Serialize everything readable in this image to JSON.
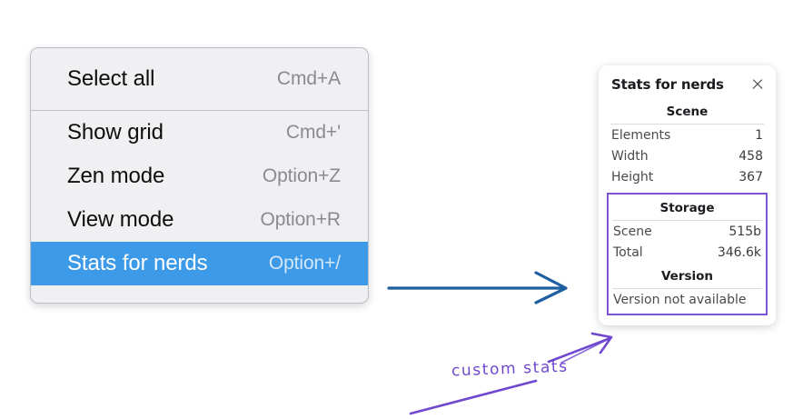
{
  "context_menu": {
    "groups": [
      {
        "items": [
          {
            "label": "Select all",
            "shortcut": "Cmd+A",
            "selected": false
          }
        ]
      },
      {
        "items": [
          {
            "label": "Show grid",
            "shortcut": "Cmd+'",
            "selected": false
          },
          {
            "label": "Zen mode",
            "shortcut": "Option+Z",
            "selected": false
          },
          {
            "label": "View mode",
            "shortcut": "Option+R",
            "selected": false
          },
          {
            "label": "Stats for nerds",
            "shortcut": "Option+/",
            "selected": true
          }
        ]
      }
    ],
    "items_flat": [
      {
        "label": "Select all",
        "shortcut": "Cmd+A"
      },
      {
        "label": "Show grid",
        "shortcut": "Cmd+'"
      },
      {
        "label": "Zen mode",
        "shortcut": "Option+Z"
      },
      {
        "label": "View mode",
        "shortcut": "Option+R"
      },
      {
        "label": "Stats for nerds",
        "shortcut": "Option+/"
      }
    ],
    "highlight_color": "#3d9ae8"
  },
  "stats_panel": {
    "title": "Stats for nerds",
    "close_icon": "close-icon",
    "sections": [
      {
        "heading": "Scene",
        "rows": [
          {
            "label": "Elements",
            "value": "1"
          },
          {
            "label": "Width",
            "value": "458"
          },
          {
            "label": "Height",
            "value": "367"
          }
        ]
      },
      {
        "heading": "Storage",
        "rows": [
          {
            "label": "Scene",
            "value": "515b"
          },
          {
            "label": "Total",
            "value": "346.6k"
          }
        ]
      },
      {
        "heading": "Version",
        "rows": [
          {
            "label": "Version not available",
            "value": ""
          }
        ]
      }
    ],
    "custom_outline_color": "#7c54d4"
  },
  "annotations": {
    "handwritten_label": "custom stats",
    "handwriting_color": "#7048cf",
    "flow_arrow_color": "#1f5fa0"
  }
}
